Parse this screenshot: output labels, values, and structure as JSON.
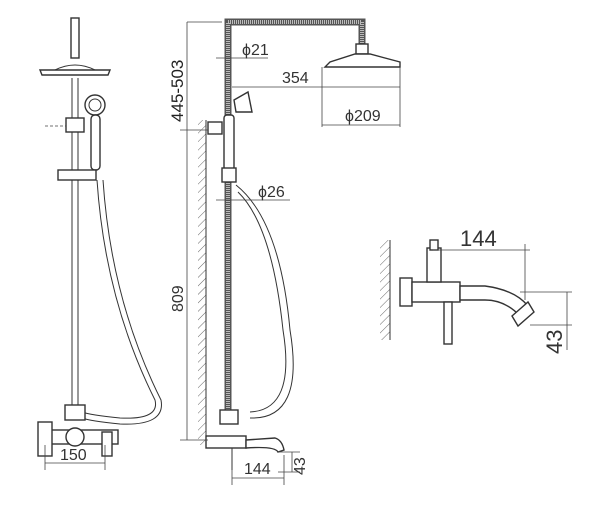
{
  "title": "Shower set dimension drawing",
  "dimensions": {
    "pipe_diameter": "ϕ21",
    "arm_length": "354",
    "head_diameter": "ϕ209",
    "height_range": "445-503",
    "hose_diameter": "ϕ26",
    "total_height": "809",
    "mixer_width": "150",
    "spout_length": "144",
    "spout_height": "43",
    "detail_spout_length": "144",
    "detail_spout_height": "43"
  }
}
